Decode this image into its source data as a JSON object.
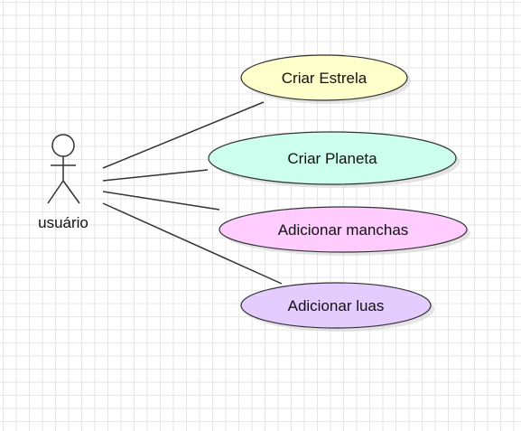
{
  "actor": {
    "label": "usuário"
  },
  "use_cases": [
    {
      "label": "Criar Estrela",
      "fill": "#ffffcc"
    },
    {
      "label": "Criar Planeta",
      "fill": "#ccffee"
    },
    {
      "label": "Adicionar manchas",
      "fill": "#ffccff"
    },
    {
      "label": "Adicionar luas",
      "fill": "#e5ccff"
    }
  ],
  "colors": {
    "stroke": "#333333",
    "grid": "#e6e6e6",
    "shadow": "#d0d0d0"
  }
}
